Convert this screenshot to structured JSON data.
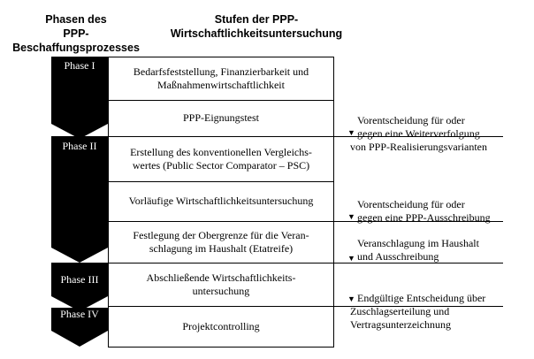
{
  "headers": {
    "left": [
      "Phasen des",
      "PPP-Beschaffungsprozesses"
    ],
    "right": [
      "Stufen der PPP-",
      "Wirtschaftlichkeitsuntersuchung"
    ]
  },
  "phases": [
    "Phase I",
    "Phase II",
    "Phase III",
    "Phase IV"
  ],
  "stages": [
    [
      "Bedarfsfeststellung, Finanzierbarkeit und",
      "Maßnahmenwirtschaftlichkeit"
    ],
    [
      "PPP-Eignungstest"
    ],
    [
      "Erstellung des konventionellen Vergleichs-",
      "wertes (Public Sector Comparator – PSC)"
    ],
    [
      "Vorläufige Wirtschaftlichkeitsuntersuchung"
    ],
    [
      "Festlegung der Obergrenze für die Veran-",
      "schlagung im Haushalt (Etatreife)"
    ],
    [
      "Abschließende Wirtschaftlichkeits-",
      "untersuchung"
    ],
    [
      "Projektcontrolling"
    ]
  ],
  "decisions": [
    [
      "Vorentscheidung für oder",
      "gegen eine Weiterverfolgung",
      "von PPP-Realisierungsvarianten"
    ],
    [
      "Vorentscheidung für oder",
      "gegen eine PPP-Ausschreibung"
    ],
    [
      "Veranschlagung im Haushalt",
      "und Ausschreibung"
    ],
    [
      "Endgültige Entscheidung über",
      "Zuschlagserteilung und",
      "Vertragsunterzeichnung"
    ]
  ],
  "marker_glyph": "▼",
  "colors": {
    "arrow": "#000000",
    "box_border": "#000000",
    "background": "#ffffff"
  }
}
